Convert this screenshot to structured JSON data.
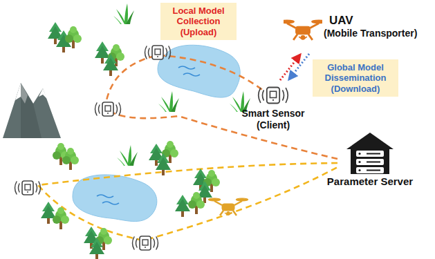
{
  "diagram": {
    "nodes": [
      {
        "text": [
          "Local Model Collection (Upload)"
        ]
      },
      {
        "text": [
          "UAV",
          "(Mobile Transporter)"
        ]
      },
      {
        "text": [
          "Global Model Dissemination (Download)"
        ]
      },
      {
        "text": [
          "Smart Sensor (Client)"
        ]
      },
      {
        "text": [
          "Parameter Server"
        ]
      }
    ],
    "edges": [
      {
        "from": 3,
        "to": 1,
        "arrow": "to"
      },
      {
        "from": 1,
        "to": 3,
        "arrow": "to"
      }
    ]
  }
}
